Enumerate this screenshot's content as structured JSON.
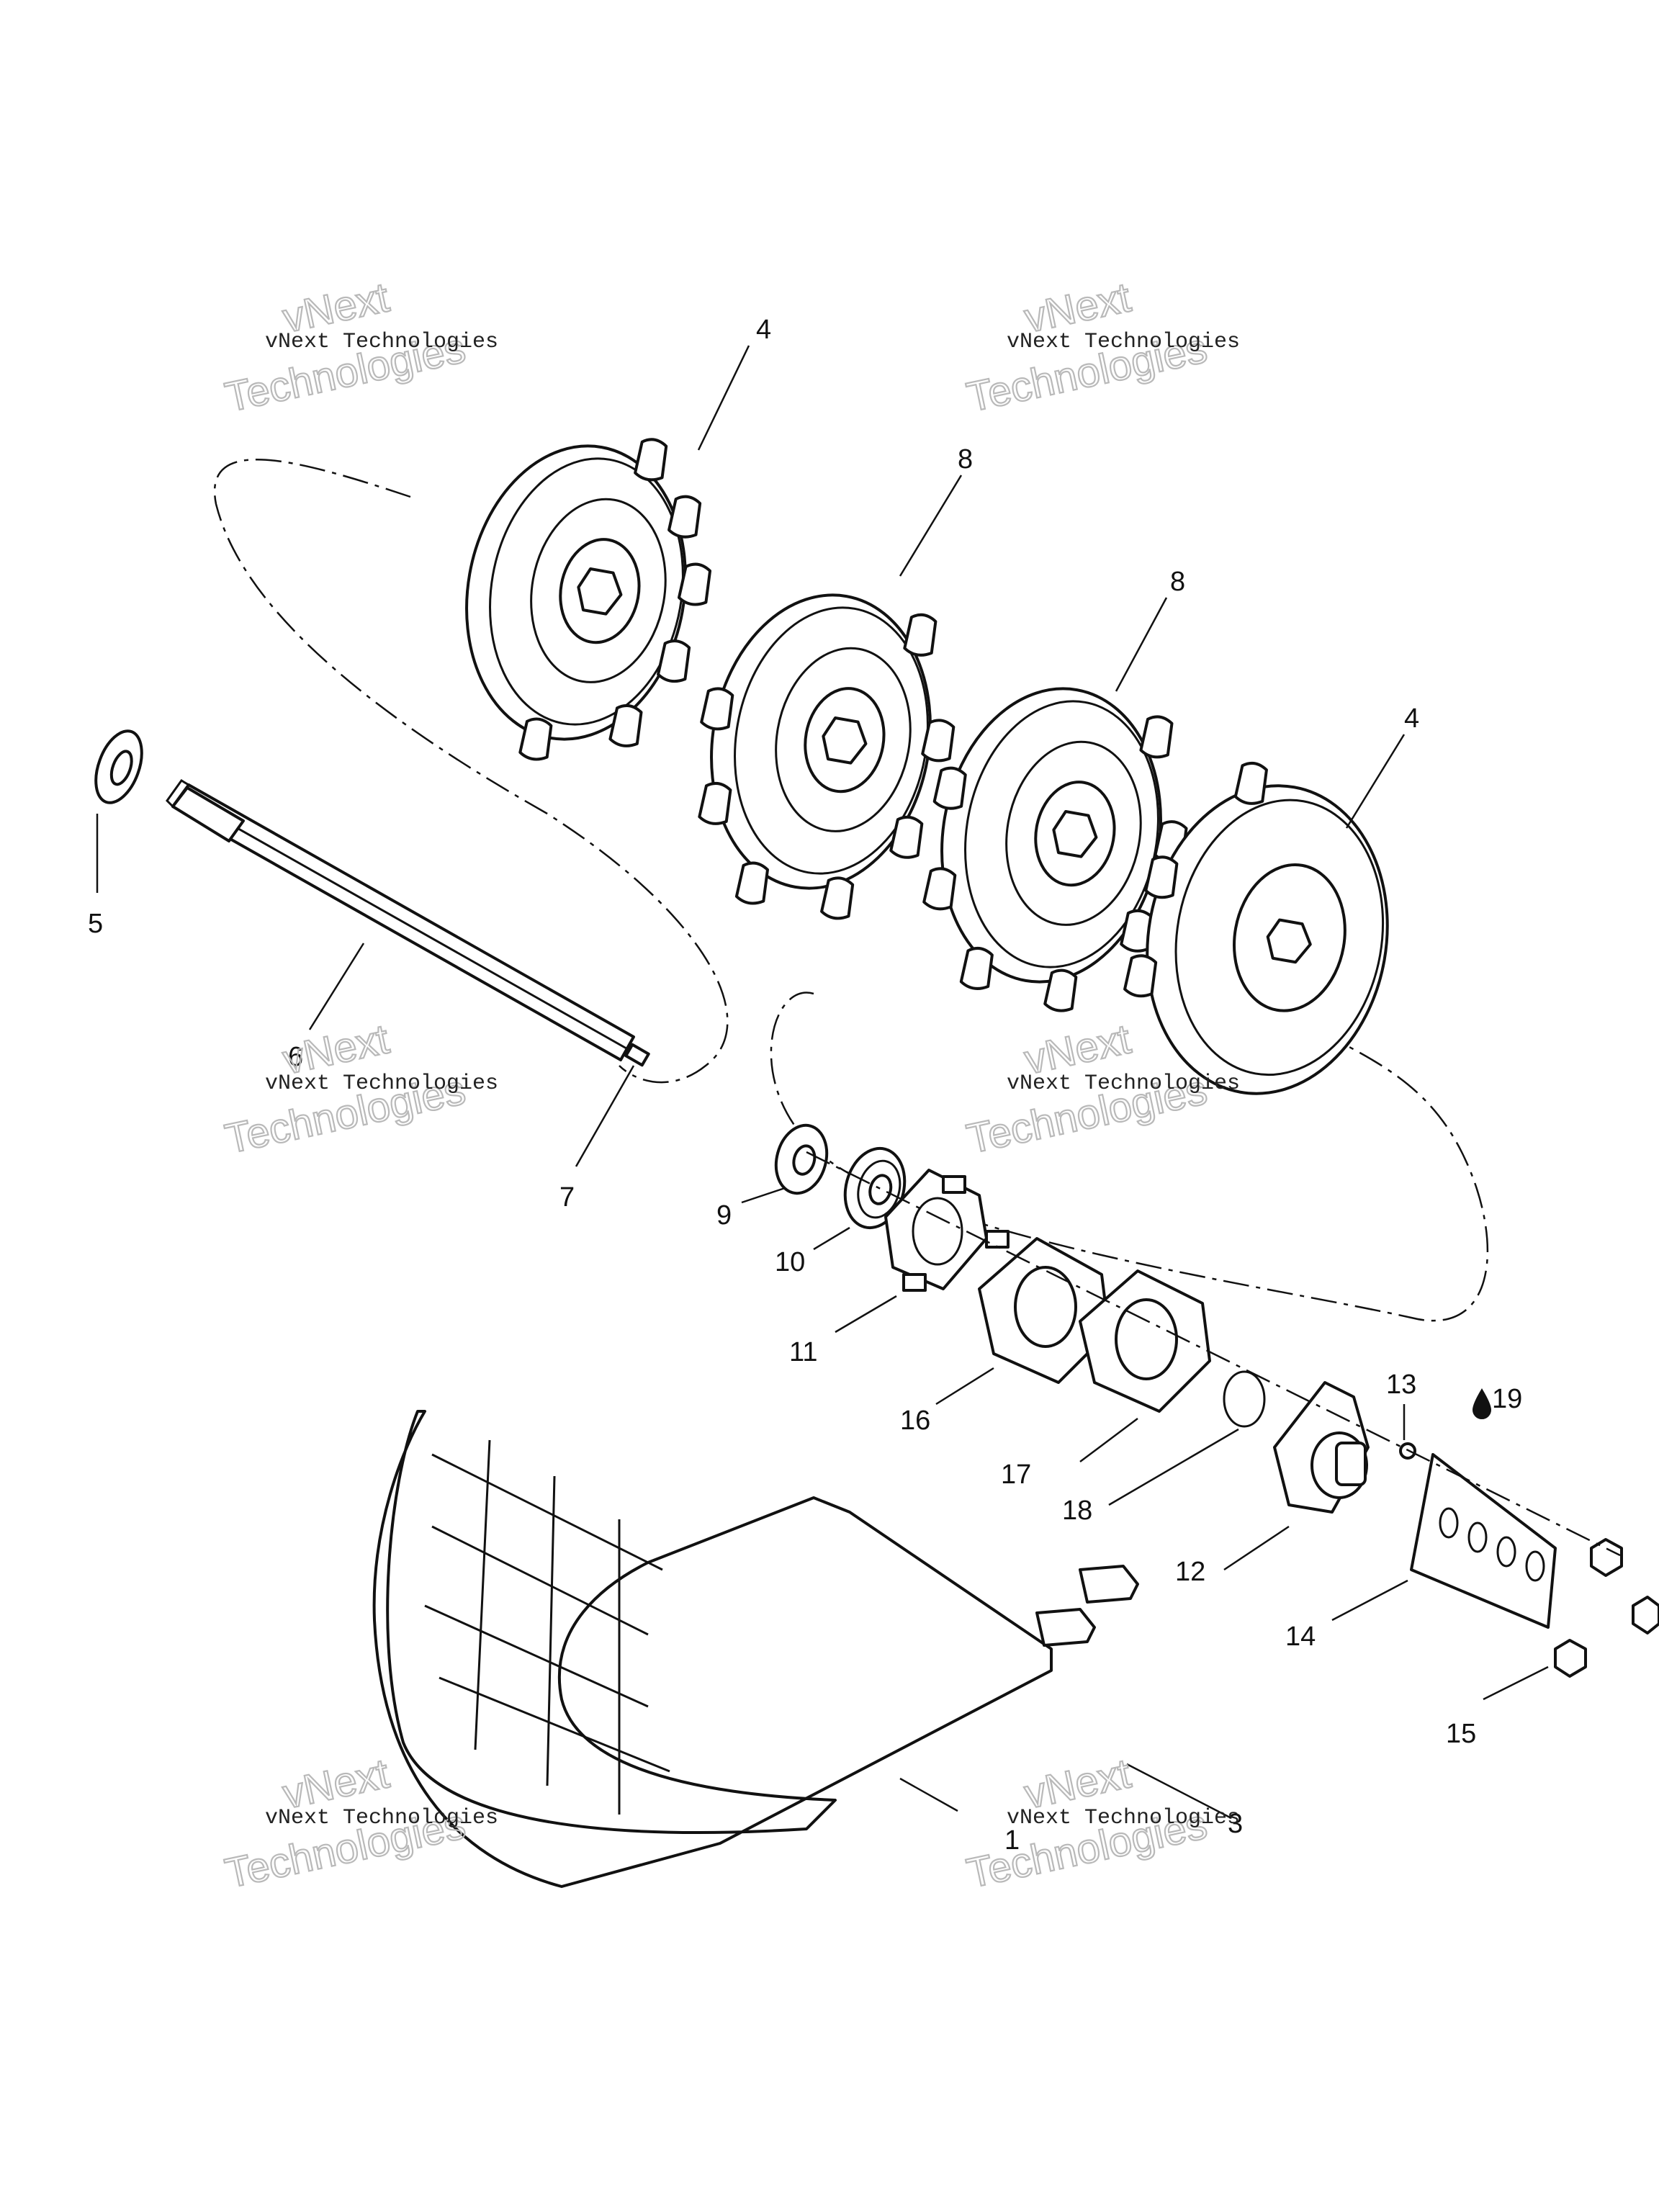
{
  "diagram": {
    "callouts": {
      "c1": "1",
      "c3": "3",
      "c4a": "4",
      "c4b": "4",
      "c5": "5",
      "c6": "6",
      "c7": "7",
      "c8a": "8",
      "c8b": "8",
      "c9": "9",
      "c10": "10",
      "c11": "11",
      "c12": "12",
      "c13": "13",
      "c14": "14",
      "c15": "15",
      "c16": "16",
      "c17": "17",
      "c18": "18",
      "c19": "19"
    },
    "watermark": {
      "line1": "vNext",
      "line2": "Technologies",
      "small": "vNext Technologies"
    },
    "icons": {
      "lubricant": "oil-drop-icon"
    }
  }
}
